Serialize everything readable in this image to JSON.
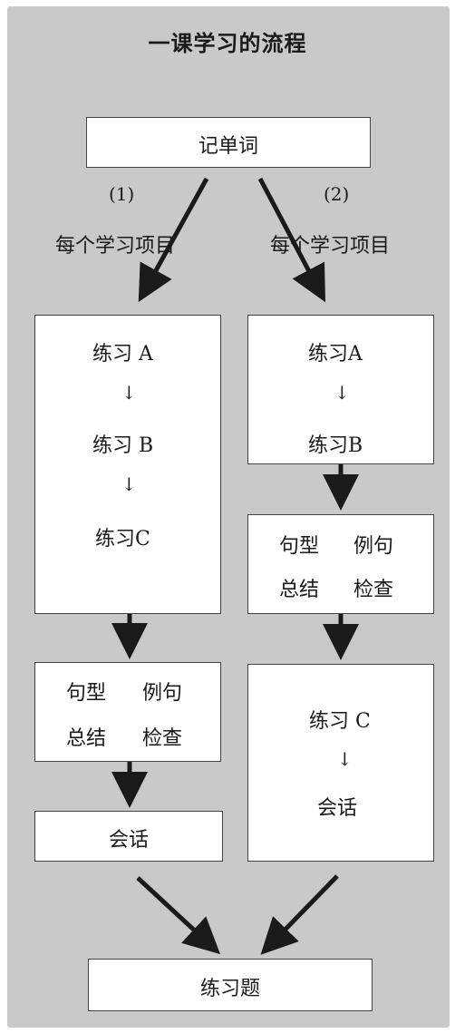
{
  "title": "一课学习的流程",
  "start": "记单词",
  "route1": {
    "number": "(1)",
    "each_item": "每个学习项目",
    "exercise_a": "练习 A",
    "arrow1": "↓",
    "exercise_b": "练习 B",
    "arrow2": "↓",
    "exercise_c": "练习C",
    "summary": [
      "句型",
      "例句",
      "总结",
      "检查"
    ],
    "conversation": "会话"
  },
  "route2": {
    "number": "(2)",
    "each_item": "每个学习项目",
    "exercise_a": "练习A",
    "arrow1": "↓",
    "exercise_b": "练习B",
    "summary": [
      "句型",
      "例句",
      "总结",
      "检查"
    ],
    "exercise_c": "练习 C",
    "arrow2": "↓",
    "conversation": "会话"
  },
  "end": "练习题"
}
